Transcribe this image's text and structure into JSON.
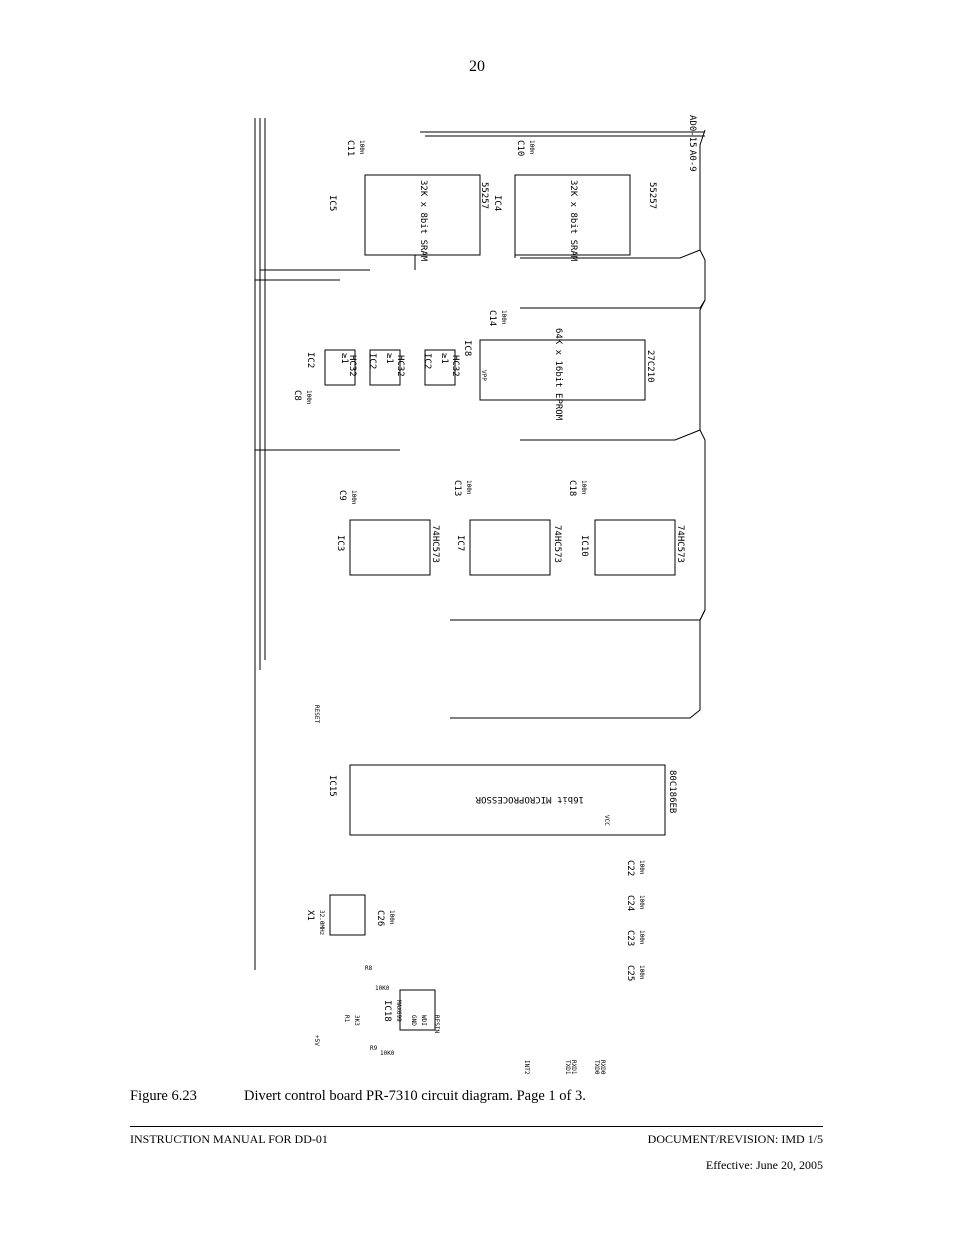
{
  "page": {
    "number": "20"
  },
  "caption": {
    "label": "Figure 6.23",
    "text": "Divert control board PR-7310 circuit diagram. Page 1 of 3."
  },
  "footer": {
    "left": "INSTRUCTION MANUAL FOR DD-01",
    "right": "DOCUMENT/REVISION: IMD 1/5",
    "effective": "Effective: June 20, 2005"
  },
  "schematic": {
    "chips": {
      "ic5": {
        "ref": "IC5",
        "title": "32K x 8bit SRAM",
        "part": "55257"
      },
      "ic4": {
        "ref": "IC4",
        "title": "32K x 8bit SRAM",
        "part": "55257"
      },
      "ic8": {
        "ref": "IC8",
        "title": "64K x 16bit EPROM",
        "part": "27C210"
      },
      "ic2a": {
        "ref": "IC2",
        "title": "≥1",
        "part": "HC32"
      },
      "ic2b": {
        "ref": "IC2",
        "title": "≥1",
        "part": "HC32"
      },
      "ic2c": {
        "ref": "IC2",
        "title": "≥1",
        "part": "HC32"
      },
      "ic3": {
        "ref": "IC3",
        "part": "74HC573"
      },
      "ic7": {
        "ref": "IC7",
        "part": "74HC573"
      },
      "ic10": {
        "ref": "IC10",
        "part": "74HC573"
      },
      "ic15": {
        "ref": "IC15",
        "title": "16bit MICROPROCESSOR",
        "part": "80C186EB"
      },
      "ic18": {
        "ref": "IC18",
        "part": "MAX699"
      },
      "x1": {
        "ref": "X1",
        "freq": "32.0MHz"
      }
    },
    "capacitors": [
      {
        "ref": "C11",
        "value": "100n"
      },
      {
        "ref": "C10",
        "value": "100n"
      },
      {
        "ref": "C14",
        "value": "100n"
      },
      {
        "ref": "C8",
        "value": "100n"
      },
      {
        "ref": "C9",
        "value": "100n"
      },
      {
        "ref": "C13",
        "value": "100n"
      },
      {
        "ref": "C18",
        "value": "100n"
      },
      {
        "ref": "C26",
        "value": "100n"
      },
      {
        "ref": "C22",
        "value": "100n"
      },
      {
        "ref": "C24",
        "value": "100n"
      },
      {
        "ref": "C23",
        "value": "100n"
      },
      {
        "ref": "C25",
        "value": "100n"
      }
    ],
    "resistors": [
      {
        "ref": "R1",
        "value": "3K3"
      },
      {
        "ref": "R8",
        "value": "10K0"
      },
      {
        "ref": "R9",
        "value": "10K0"
      }
    ],
    "supply": "+5V",
    "signals": {
      "bus_ad0_15": "AD0-15",
      "bus_a0_9": "A0-9",
      "reset": "RESET",
      "int": "INT2",
      "txd1": "TXD1",
      "rxd1": "RXD1",
      "txd0": "TXD0",
      "rxd0": "RXD0",
      "reset_in": "RESIN",
      "wdi": "WDI",
      "vcc": "VCC",
      "gnd": "GND",
      "vpp": "VPP"
    }
  }
}
